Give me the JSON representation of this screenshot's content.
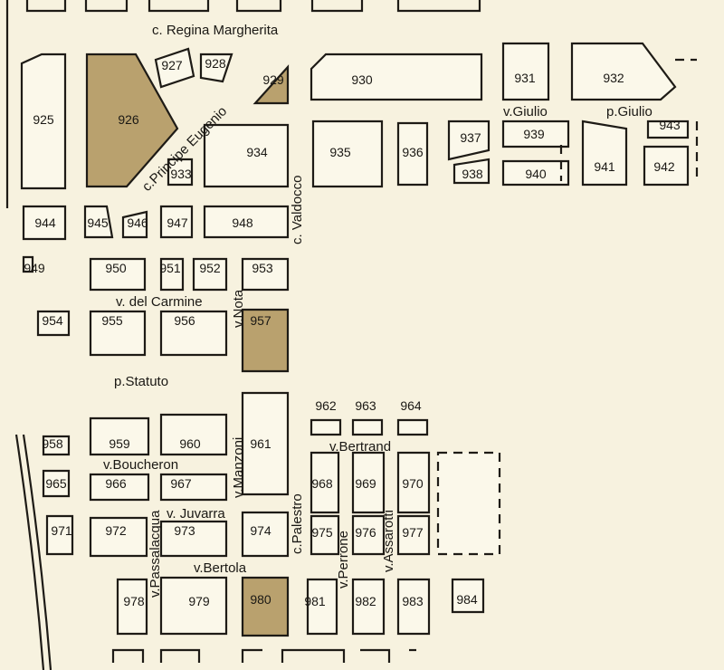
{
  "colors": {
    "background": "#f7f2df",
    "block": "#fbf8ea",
    "highlight": "#b9a16e",
    "outline": "#1e1b16"
  },
  "streets": {
    "regina_margherita": "c. Regina Margherita",
    "principe_eugenio": "c.Principe Eugenio",
    "valdocco": "c. Valdocco",
    "giulio_v": "v.Giulio",
    "giulio_p": "p.Giulio",
    "del_carmine": "v. del Carmine",
    "nota": "v.Nota",
    "statuto": "p.Statuto",
    "bertrand": "v.Bertrand",
    "boucheron": "v.Boucheron",
    "manzoni": "v.Manzoni",
    "juvarra": "v. Juvarra",
    "passalacqua": "v.Passalacqua",
    "palestro": "c.Palestro",
    "perrone": "v.Perrone",
    "assarotti": "v.Assarotti",
    "bertola": "v.Bertola"
  },
  "blocks": [
    {
      "id": "925",
      "highlighted": false
    },
    {
      "id": "926",
      "highlighted": true
    },
    {
      "id": "927",
      "highlighted": false
    },
    {
      "id": "928",
      "highlighted": false
    },
    {
      "id": "929",
      "highlighted": true
    },
    {
      "id": "930",
      "highlighted": false
    },
    {
      "id": "931",
      "highlighted": false
    },
    {
      "id": "932",
      "highlighted": false
    },
    {
      "id": "933",
      "highlighted": false
    },
    {
      "id": "934",
      "highlighted": false
    },
    {
      "id": "935",
      "highlighted": false
    },
    {
      "id": "936",
      "highlighted": false
    },
    {
      "id": "937",
      "highlighted": false
    },
    {
      "id": "938",
      "highlighted": false
    },
    {
      "id": "939",
      "highlighted": false
    },
    {
      "id": "940",
      "highlighted": false
    },
    {
      "id": "941",
      "highlighted": false
    },
    {
      "id": "942",
      "highlighted": false
    },
    {
      "id": "943",
      "highlighted": false
    },
    {
      "id": "944",
      "highlighted": false
    },
    {
      "id": "945",
      "highlighted": false
    },
    {
      "id": "946",
      "highlighted": false
    },
    {
      "id": "947",
      "highlighted": false
    },
    {
      "id": "948",
      "highlighted": false
    },
    {
      "id": "949",
      "highlighted": false
    },
    {
      "id": "950",
      "highlighted": false
    },
    {
      "id": "951",
      "highlighted": false
    },
    {
      "id": "952",
      "highlighted": false
    },
    {
      "id": "953",
      "highlighted": false
    },
    {
      "id": "954",
      "highlighted": false
    },
    {
      "id": "955",
      "highlighted": false
    },
    {
      "id": "956",
      "highlighted": false
    },
    {
      "id": "957",
      "highlighted": true
    },
    {
      "id": "958",
      "highlighted": false
    },
    {
      "id": "959",
      "highlighted": false
    },
    {
      "id": "960",
      "highlighted": false
    },
    {
      "id": "961",
      "highlighted": false
    },
    {
      "id": "962",
      "highlighted": false
    },
    {
      "id": "963",
      "highlighted": false
    },
    {
      "id": "964",
      "highlighted": false
    },
    {
      "id": "965",
      "highlighted": false
    },
    {
      "id": "966",
      "highlighted": false
    },
    {
      "id": "967",
      "highlighted": false
    },
    {
      "id": "968",
      "highlighted": false
    },
    {
      "id": "969",
      "highlighted": false
    },
    {
      "id": "970",
      "highlighted": false
    },
    {
      "id": "971",
      "highlighted": false
    },
    {
      "id": "972",
      "highlighted": false
    },
    {
      "id": "973",
      "highlighted": false
    },
    {
      "id": "974",
      "highlighted": false
    },
    {
      "id": "975",
      "highlighted": false
    },
    {
      "id": "976",
      "highlighted": false
    },
    {
      "id": "977",
      "highlighted": false
    },
    {
      "id": "978",
      "highlighted": false
    },
    {
      "id": "979",
      "highlighted": false
    },
    {
      "id": "980",
      "highlighted": true
    },
    {
      "id": "981",
      "highlighted": false
    },
    {
      "id": "982",
      "highlighted": false
    },
    {
      "id": "983",
      "highlighted": false
    },
    {
      "id": "984",
      "highlighted": false
    }
  ]
}
